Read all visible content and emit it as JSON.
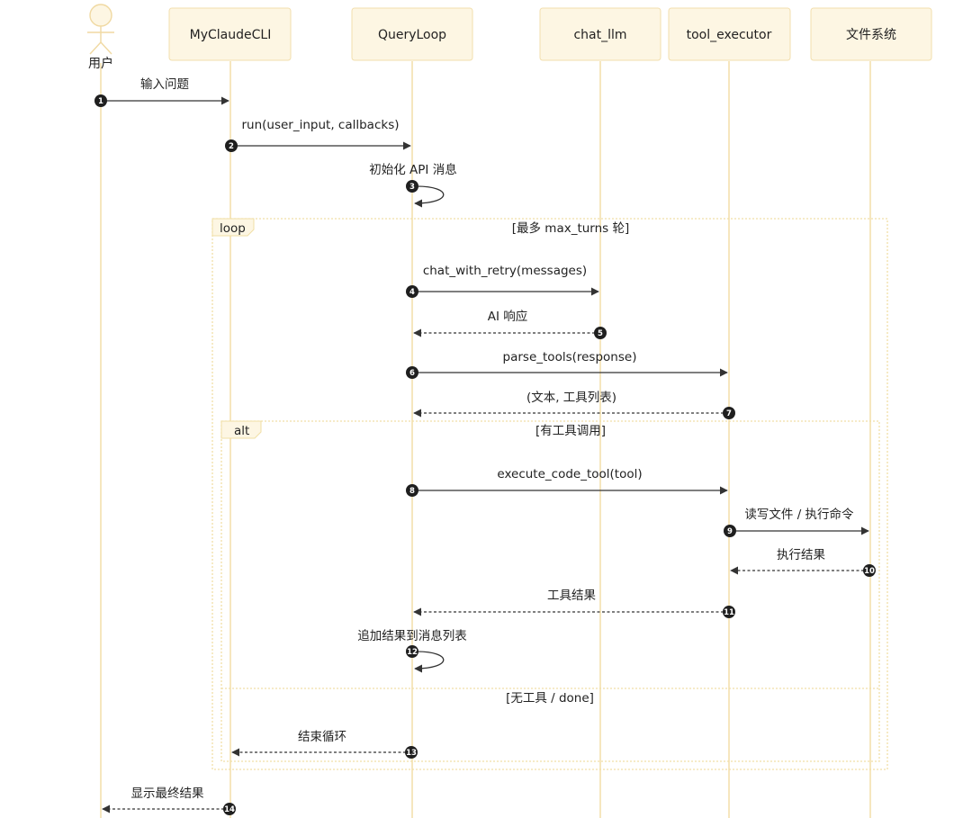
{
  "actor": {
    "label": "用户"
  },
  "participants": [
    {
      "id": "mycli",
      "label": "MyClaudeCLI"
    },
    {
      "id": "queryloop",
      "label": "QueryLoop"
    },
    {
      "id": "chat_llm",
      "label": "chat_llm"
    },
    {
      "id": "tool_executor",
      "label": "tool_executor"
    },
    {
      "id": "fs",
      "label": "文件系统"
    }
  ],
  "fragments": {
    "loop": {
      "label": "loop",
      "condition": "[最多 max_turns 轮]"
    },
    "alt": {
      "label": "alt",
      "condition_1": "[有工具调用]",
      "condition_2": "[无工具 / done]"
    }
  },
  "messages": [
    {
      "num": "1",
      "from": "user",
      "to": "mycli",
      "text": "输入问题",
      "style": "solid"
    },
    {
      "num": "2",
      "from": "mycli",
      "to": "queryloop",
      "text": "run(user_input, callbacks)",
      "style": "solid"
    },
    {
      "num": "3",
      "from": "queryloop",
      "to": "queryloop",
      "text": "初始化 API 消息",
      "style": "self"
    },
    {
      "num": "4",
      "from": "queryloop",
      "to": "chat_llm",
      "text": "chat_with_retry(messages)",
      "style": "solid"
    },
    {
      "num": "5",
      "from": "chat_llm",
      "to": "queryloop",
      "text": "AI 响应",
      "style": "dashed"
    },
    {
      "num": "6",
      "from": "queryloop",
      "to": "tool_executor",
      "text": "parse_tools(response)",
      "style": "solid"
    },
    {
      "num": "7",
      "from": "tool_executor",
      "to": "queryloop",
      "text": "(文本, 工具列表)",
      "style": "dashed"
    },
    {
      "num": "8",
      "from": "queryloop",
      "to": "tool_executor",
      "text": "execute_code_tool(tool)",
      "style": "solid"
    },
    {
      "num": "9",
      "from": "tool_executor",
      "to": "fs",
      "text": "读写文件 / 执行命令",
      "style": "solid"
    },
    {
      "num": "10",
      "from": "fs",
      "to": "tool_executor",
      "text": "执行结果",
      "style": "dashed"
    },
    {
      "num": "11",
      "from": "tool_executor",
      "to": "queryloop",
      "text": "工具结果",
      "style": "dashed"
    },
    {
      "num": "12",
      "from": "queryloop",
      "to": "queryloop",
      "text": "追加结果到消息列表",
      "style": "self"
    },
    {
      "num": "13",
      "from": "queryloop",
      "to": "mycli",
      "text": "结束循环",
      "style": "dashed"
    },
    {
      "num": "14",
      "from": "mycli",
      "to": "user",
      "text": "显示最终结果",
      "style": "dashed"
    }
  ]
}
